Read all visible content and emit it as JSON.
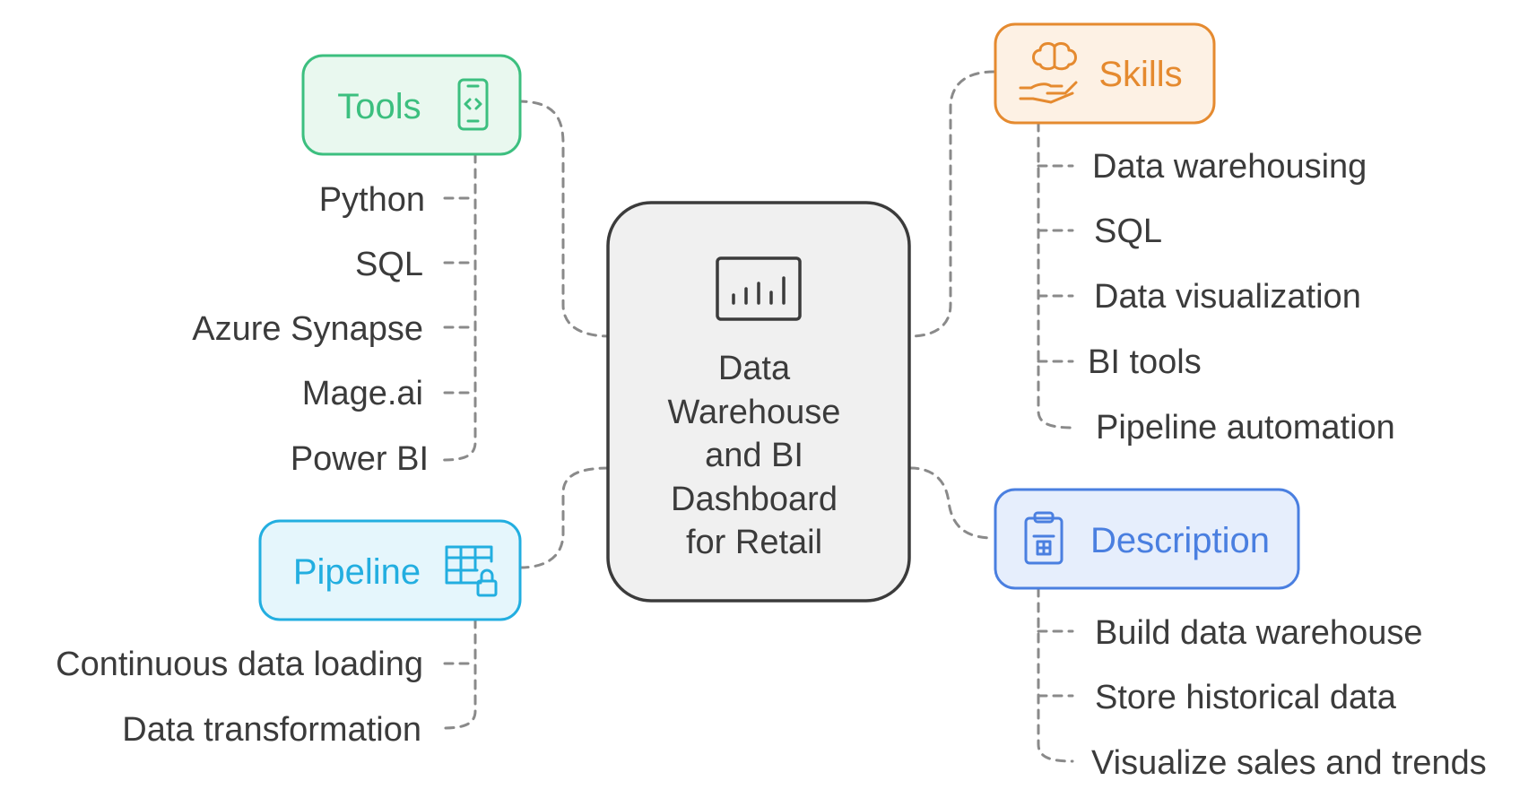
{
  "center": {
    "title_lines": [
      "Data",
      "Warehouse",
      "and BI",
      "Dashboard",
      "for Retail"
    ],
    "icon": "bar-chart-icon"
  },
  "tools": {
    "label": "Tools",
    "icon": "mobile-code-icon",
    "color": "#3cbf7f",
    "fill": "#e9f8ef",
    "items": [
      "Python",
      "SQL",
      "Azure Synapse",
      "Mage.ai",
      "Power BI"
    ]
  },
  "pipeline": {
    "label": "Pipeline",
    "icon": "table-lock-icon",
    "color": "#22aee0",
    "fill": "#e5f6fc",
    "items": [
      "Continuous data loading",
      "Data transformation"
    ]
  },
  "skills": {
    "label": "Skills",
    "icon": "brain-hand-icon",
    "color": "#e58a2f",
    "fill": "#fdf1e4",
    "items": [
      "Data warehousing",
      "SQL",
      "Data visualization",
      "BI tools",
      "Pipeline automation"
    ]
  },
  "description": {
    "label": "Description",
    "icon": "clipboard-icon",
    "color": "#4a7fe0",
    "fill": "#e6eefc",
    "items": [
      "Build data warehouse",
      "Store historical data",
      "Visualize sales and trends"
    ]
  }
}
